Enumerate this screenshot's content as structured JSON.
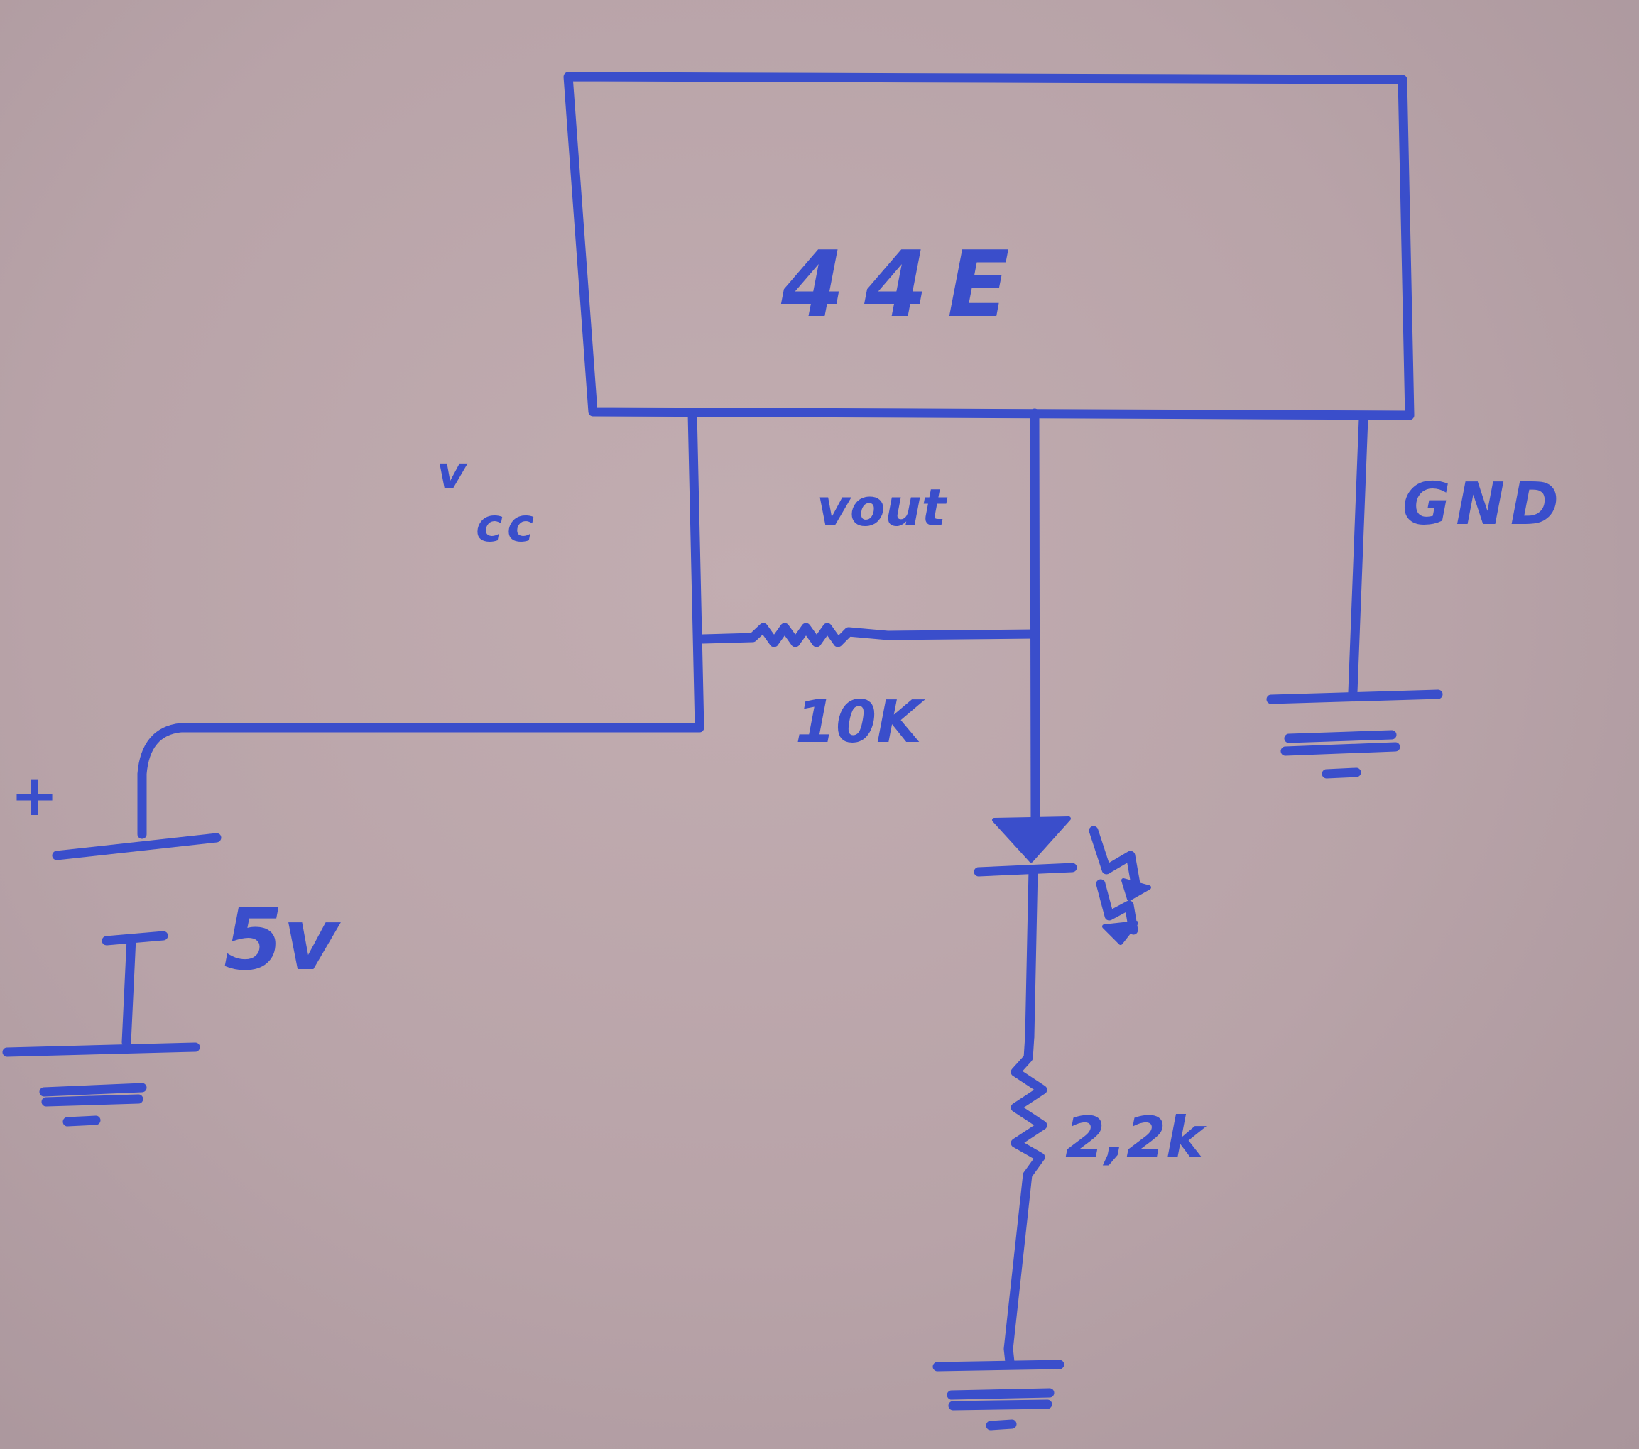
{
  "colors": {
    "ink": "#3a4ecb",
    "board": "#b7a1a6"
  },
  "components": {
    "sensor_label": "44E",
    "pin_vcc_letter": "v",
    "pin_vcc_subscript": "cc",
    "pin_vout": "vout",
    "pin_gnd": "GND",
    "pullup_resistor": "10K",
    "led_resistor": "2,2k",
    "battery_voltage": "5v",
    "battery_plus": "+"
  },
  "icons": [
    "led-icon",
    "ground-symbol-icon",
    "battery-icon",
    "resistor-icon"
  ]
}
